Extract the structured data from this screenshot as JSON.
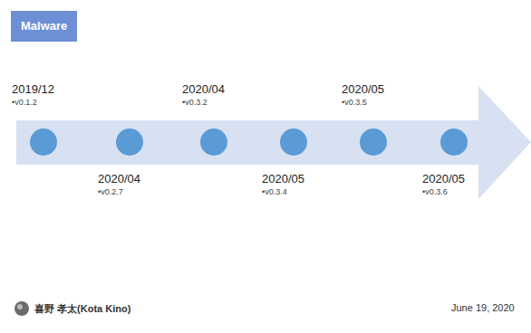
{
  "diagram": {
    "title": "Malware",
    "nodes": [
      {
        "text": [
          "2019/12",
          "•v0.1.2"
        ]
      },
      {
        "text": [
          "2020/04",
          "•v0.2.7"
        ]
      },
      {
        "text": [
          "2020/04",
          "•v0.3.2"
        ]
      },
      {
        "text": [
          "2020/05",
          "•v0.3.4"
        ]
      },
      {
        "text": [
          "2020/05",
          "•v0.3.5"
        ]
      },
      {
        "text": [
          "2020/05",
          "•v0.3.6"
        ]
      }
    ],
    "labels": [
      "喜野 孝太(Kota Kino)",
      "June 19, 2020"
    ]
  }
}
